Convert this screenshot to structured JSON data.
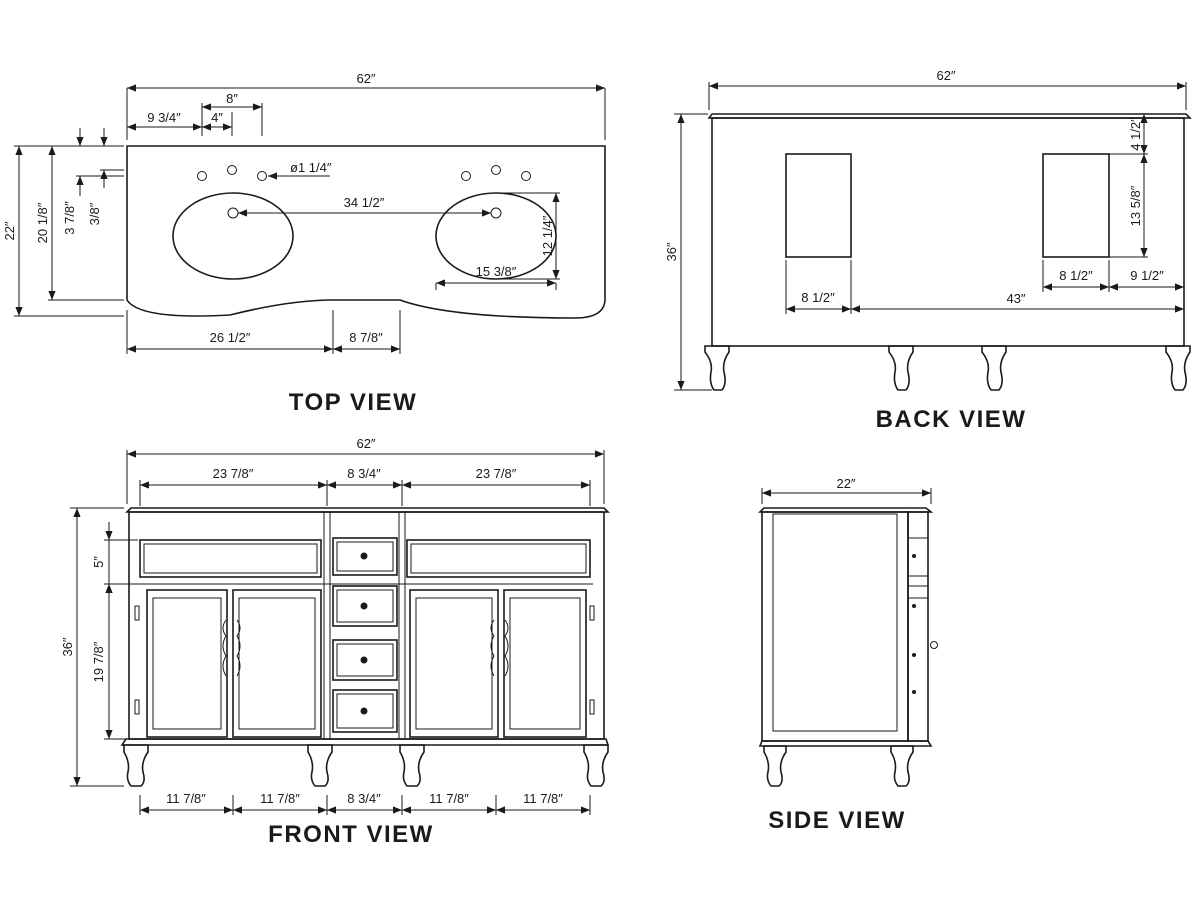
{
  "views": {
    "top": {
      "title": "TOP VIEW",
      "dims": {
        "overall_width": "62″",
        "depth": "22″",
        "depth_inner": "20 1/8″",
        "back_offset_a": "3 7/8″",
        "back_offset_b": "3/8″",
        "hole_spread": "8″",
        "hole_center": "4″",
        "faucet_offset": "9 3/4″",
        "hole_diameter": "ø1 1/4″",
        "sink_spacing": "34 1/2″",
        "bowl_depth": "12 1/4″",
        "bowl_width": "15 3/8″",
        "side_width": "26 1/2″",
        "center_recess": "8 7/8″"
      }
    },
    "back": {
      "title": "BACK VIEW",
      "dims": {
        "overall_width": "62″",
        "height": "36″",
        "opening_top": "4 1/2″",
        "opening_height": "13 5/8″",
        "opening_width_left": "8 1/2″",
        "opening_spacing": "43″",
        "opening_width_right": "8 1/2″",
        "right_offset": "9 1/2″"
      }
    },
    "front": {
      "title": "FRONT VIEW",
      "dims": {
        "overall_width": "62″",
        "left_section": "23 7/8″",
        "center_section": "8 3/4″",
        "right_section": "23 7/8″",
        "height": "36″",
        "drawer_height": "5″",
        "door_height": "19 7/8″",
        "door_1": "11 7/8″",
        "door_2": "11 7/8″",
        "drawer_width": "8 3/4″",
        "door_3": "11 7/8″",
        "door_4": "11 7/8″"
      }
    },
    "side": {
      "title": "SIDE VIEW",
      "dims": {
        "depth": "22″"
      }
    }
  }
}
